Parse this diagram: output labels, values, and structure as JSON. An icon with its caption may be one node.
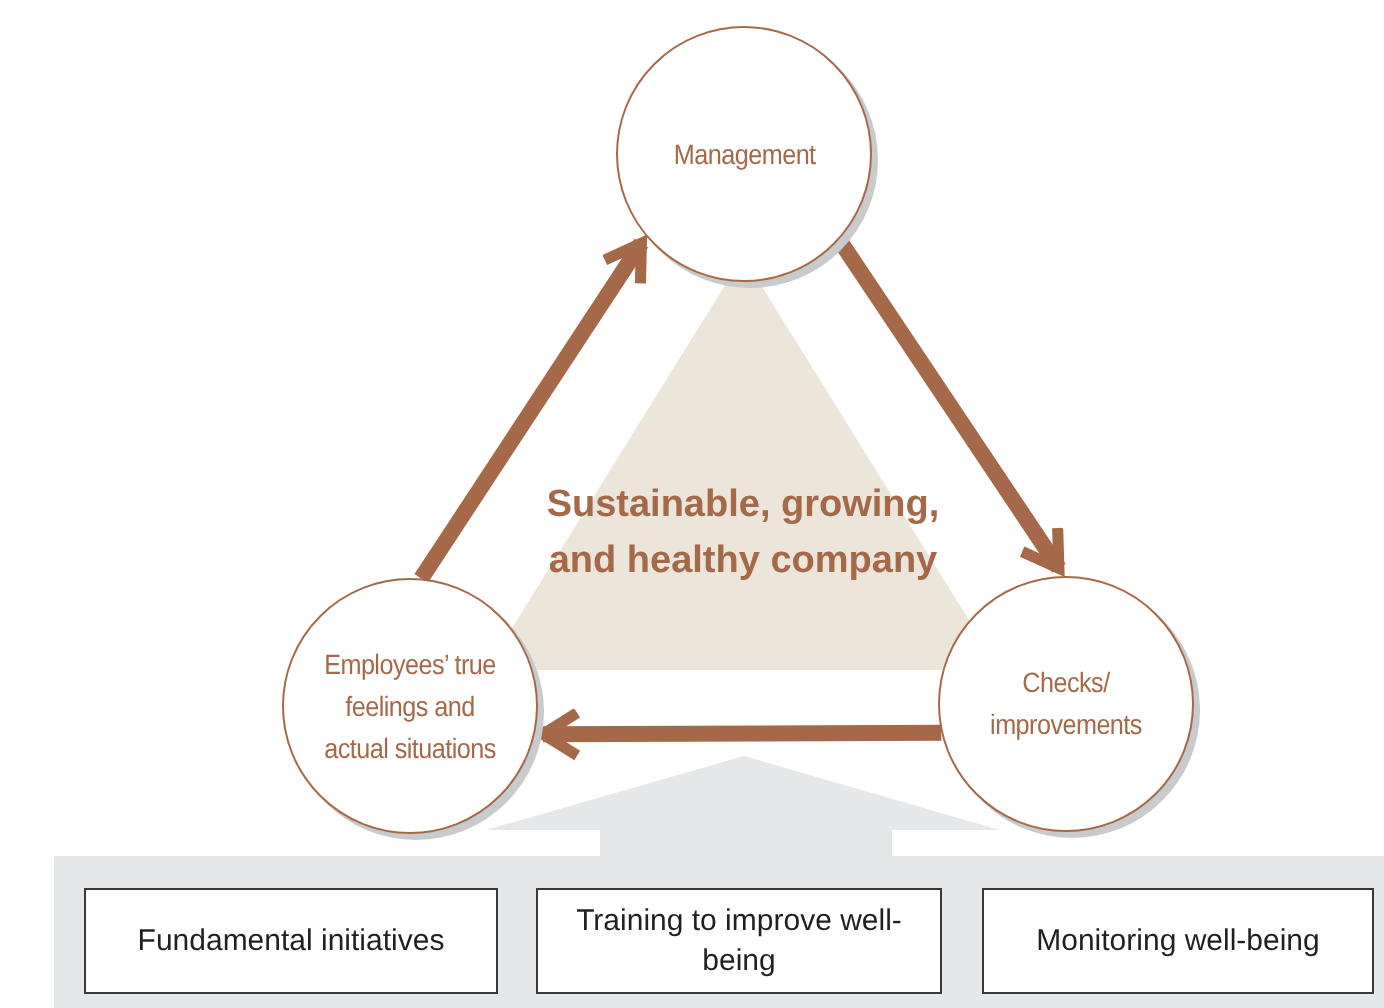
{
  "diagram": {
    "nodes": [
      {
        "text": [
          "Management"
        ]
      },
      {
        "text": [
          "Checks/ improvements"
        ]
      },
      {
        "text": [
          "Employees’ true feelings and actual situations"
        ]
      },
      {
        "text": [
          "Sustainable, growing, and healthy company"
        ]
      },
      {
        "text": [],
        "shape": "box"
      },
      {
        "text": [
          "Fundamental initiatives"
        ],
        "in": 4
      },
      {
        "text": [
          "Training to improve well-being"
        ],
        "in": 4
      },
      {
        "text": [
          "Monitoring well-being"
        ],
        "in": 4
      }
    ],
    "edges": [
      {
        "from": 2,
        "to": 0,
        "arrow": "to"
      },
      {
        "from": 0,
        "to": 1,
        "arrow": "to"
      },
      {
        "from": 1,
        "to": 2,
        "arrow": "to"
      }
    ]
  }
}
